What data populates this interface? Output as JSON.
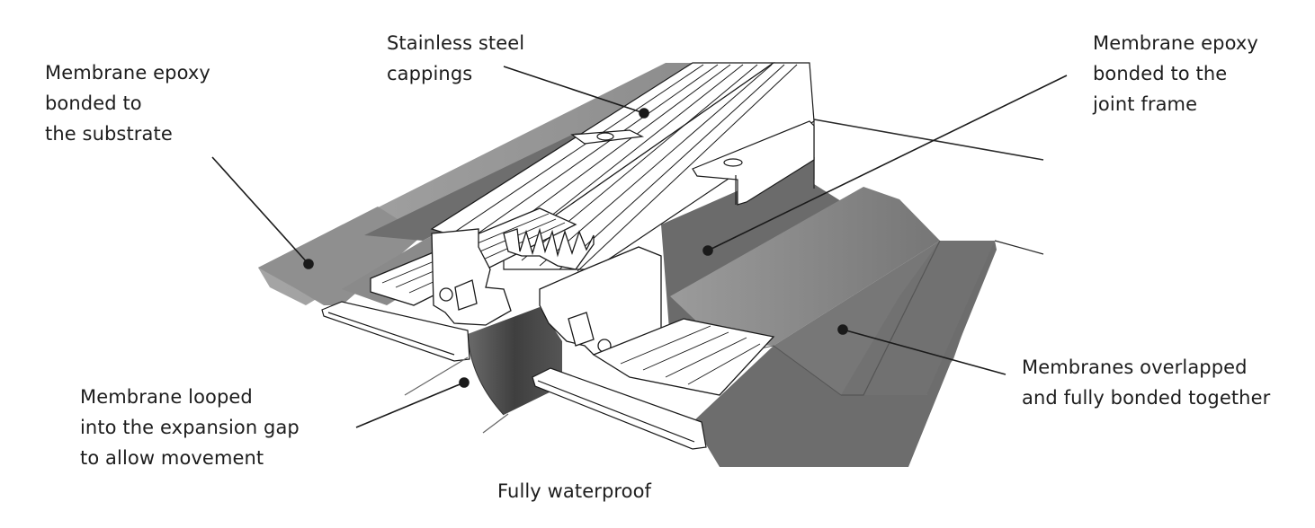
{
  "diagram": {
    "title": "Expansion joint membrane detail",
    "colors": {
      "membrane": "#7b7b7b",
      "membrane_light": "#9a9a9a",
      "membrane_dark": "#5e5e5e",
      "gap_membrane": "#4a4a4a",
      "metal": "#ffffff",
      "outline": "#1a1a1a",
      "leader": "#1a1a1a"
    },
    "callouts": {
      "substrate": {
        "lines": [
          "Membrane epoxy",
          "bonded to",
          "the substrate"
        ]
      },
      "cappings": {
        "lines": [
          "Stainless steel",
          "cappings"
        ]
      },
      "frame": {
        "lines": [
          "Membrane epoxy",
          "bonded to the",
          "joint frame"
        ]
      },
      "overlap": {
        "lines": [
          "Membranes overlapped",
          "and fully bonded together"
        ]
      },
      "looped": {
        "lines": [
          "Membrane looped",
          "into the expansion gap",
          "to allow movement"
        ]
      },
      "waterproof": {
        "lines": [
          "Fully waterproof"
        ]
      }
    }
  }
}
